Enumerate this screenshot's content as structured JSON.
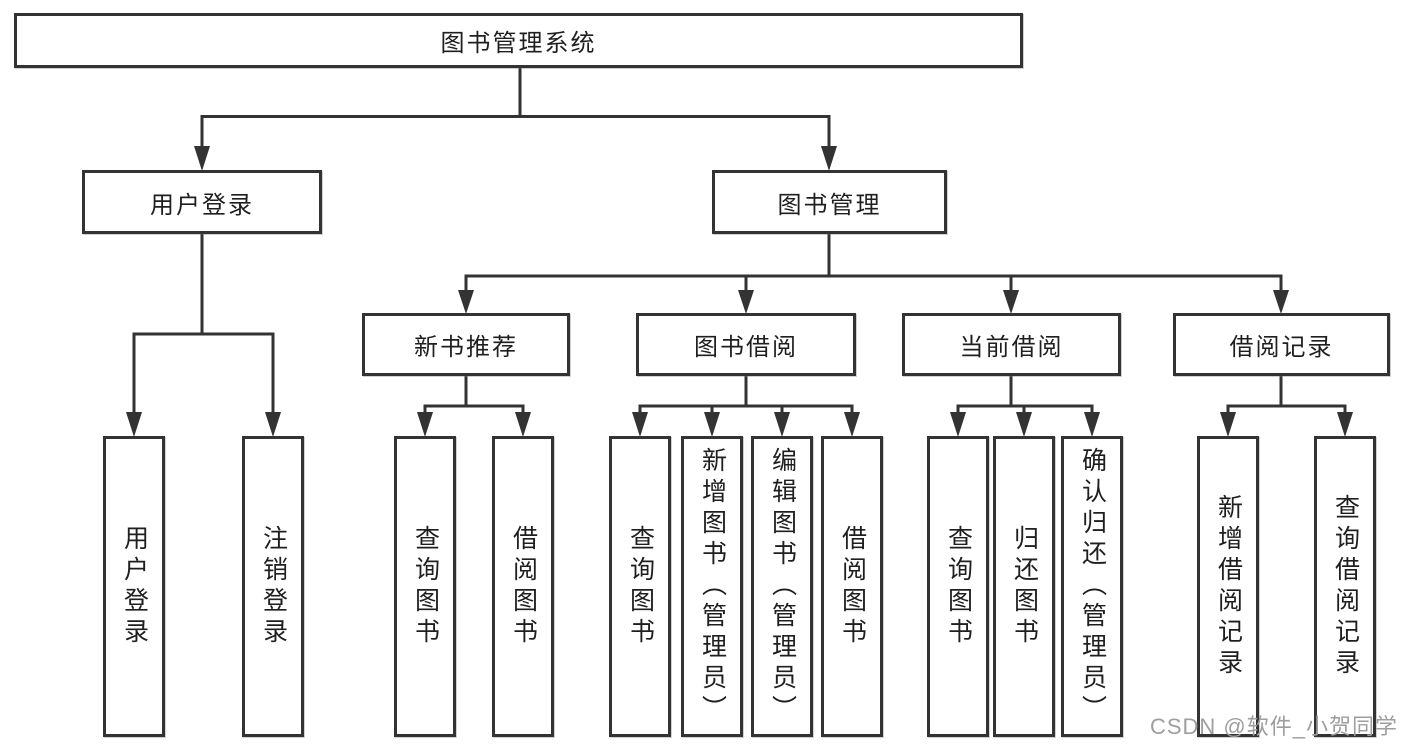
{
  "diagram": {
    "title": "图书管理系统",
    "branches": [
      {
        "label": "用户登录",
        "leaves": [
          "用户登录",
          "注销登录"
        ]
      },
      {
        "label": "图书管理",
        "groups": [
          {
            "label": "新书推荐",
            "leaves": [
              "查询图书",
              "借阅图书"
            ]
          },
          {
            "label": "图书借阅",
            "leaves": [
              "查询图书",
              "新增图书（管理员）",
              "编辑图书（管理员）",
              "借阅图书"
            ]
          },
          {
            "label": "当前借阅",
            "leaves": [
              "查询图书",
              "归还图书",
              "确认归还（管理员）"
            ]
          },
          {
            "label": "借阅记录",
            "leaves": [
              "新增借阅记录",
              "查询借阅记录"
            ]
          }
        ]
      }
    ]
  },
  "watermark": {
    "text": "CSDN @软件_小贺同学"
  },
  "colors": {
    "line": "#333333",
    "box_border": "#333333",
    "box_background": "#ffffff",
    "text": "#1f1f1f",
    "watermark": "#9e9e9e"
  }
}
